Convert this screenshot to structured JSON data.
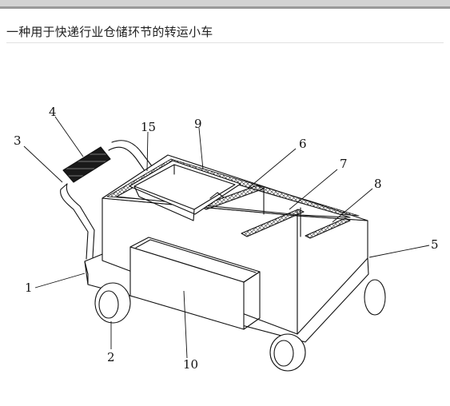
{
  "header": {
    "title": "一种用于快递行业仓储环节的转运小车"
  },
  "figure": {
    "callouts": [
      "1",
      "2",
      "3",
      "4",
      "5",
      "6",
      "7",
      "8",
      "9",
      "10",
      "15"
    ]
  }
}
